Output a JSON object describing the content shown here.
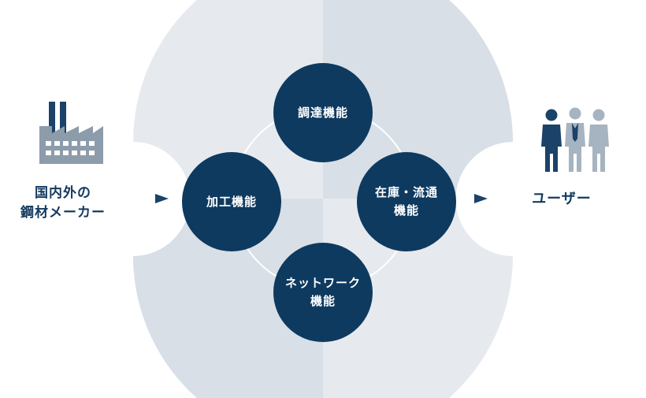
{
  "left_actor": {
    "icon": "factory-icon",
    "label_line1": "国内外の",
    "label_line2": "鋼材メーカー"
  },
  "right_actor": {
    "icon": "people-group-icon",
    "label": "ユーザー"
  },
  "functions": {
    "procurement": {
      "line1": "調達機能"
    },
    "processing": {
      "line1": "加工機能"
    },
    "inventory": {
      "line1": "在庫・流通",
      "line2": "機能"
    },
    "network": {
      "line1": "ネットワーク",
      "line2": "機能"
    }
  },
  "colors": {
    "navy": "#0e3a60",
    "label": "#123a5e",
    "circle_light": "#e6eaee",
    "circle_dark": "#d8dfe6",
    "factory": "#8d9cab",
    "person_navy": "#1b4268",
    "person_gray": "#a6b3c0"
  }
}
